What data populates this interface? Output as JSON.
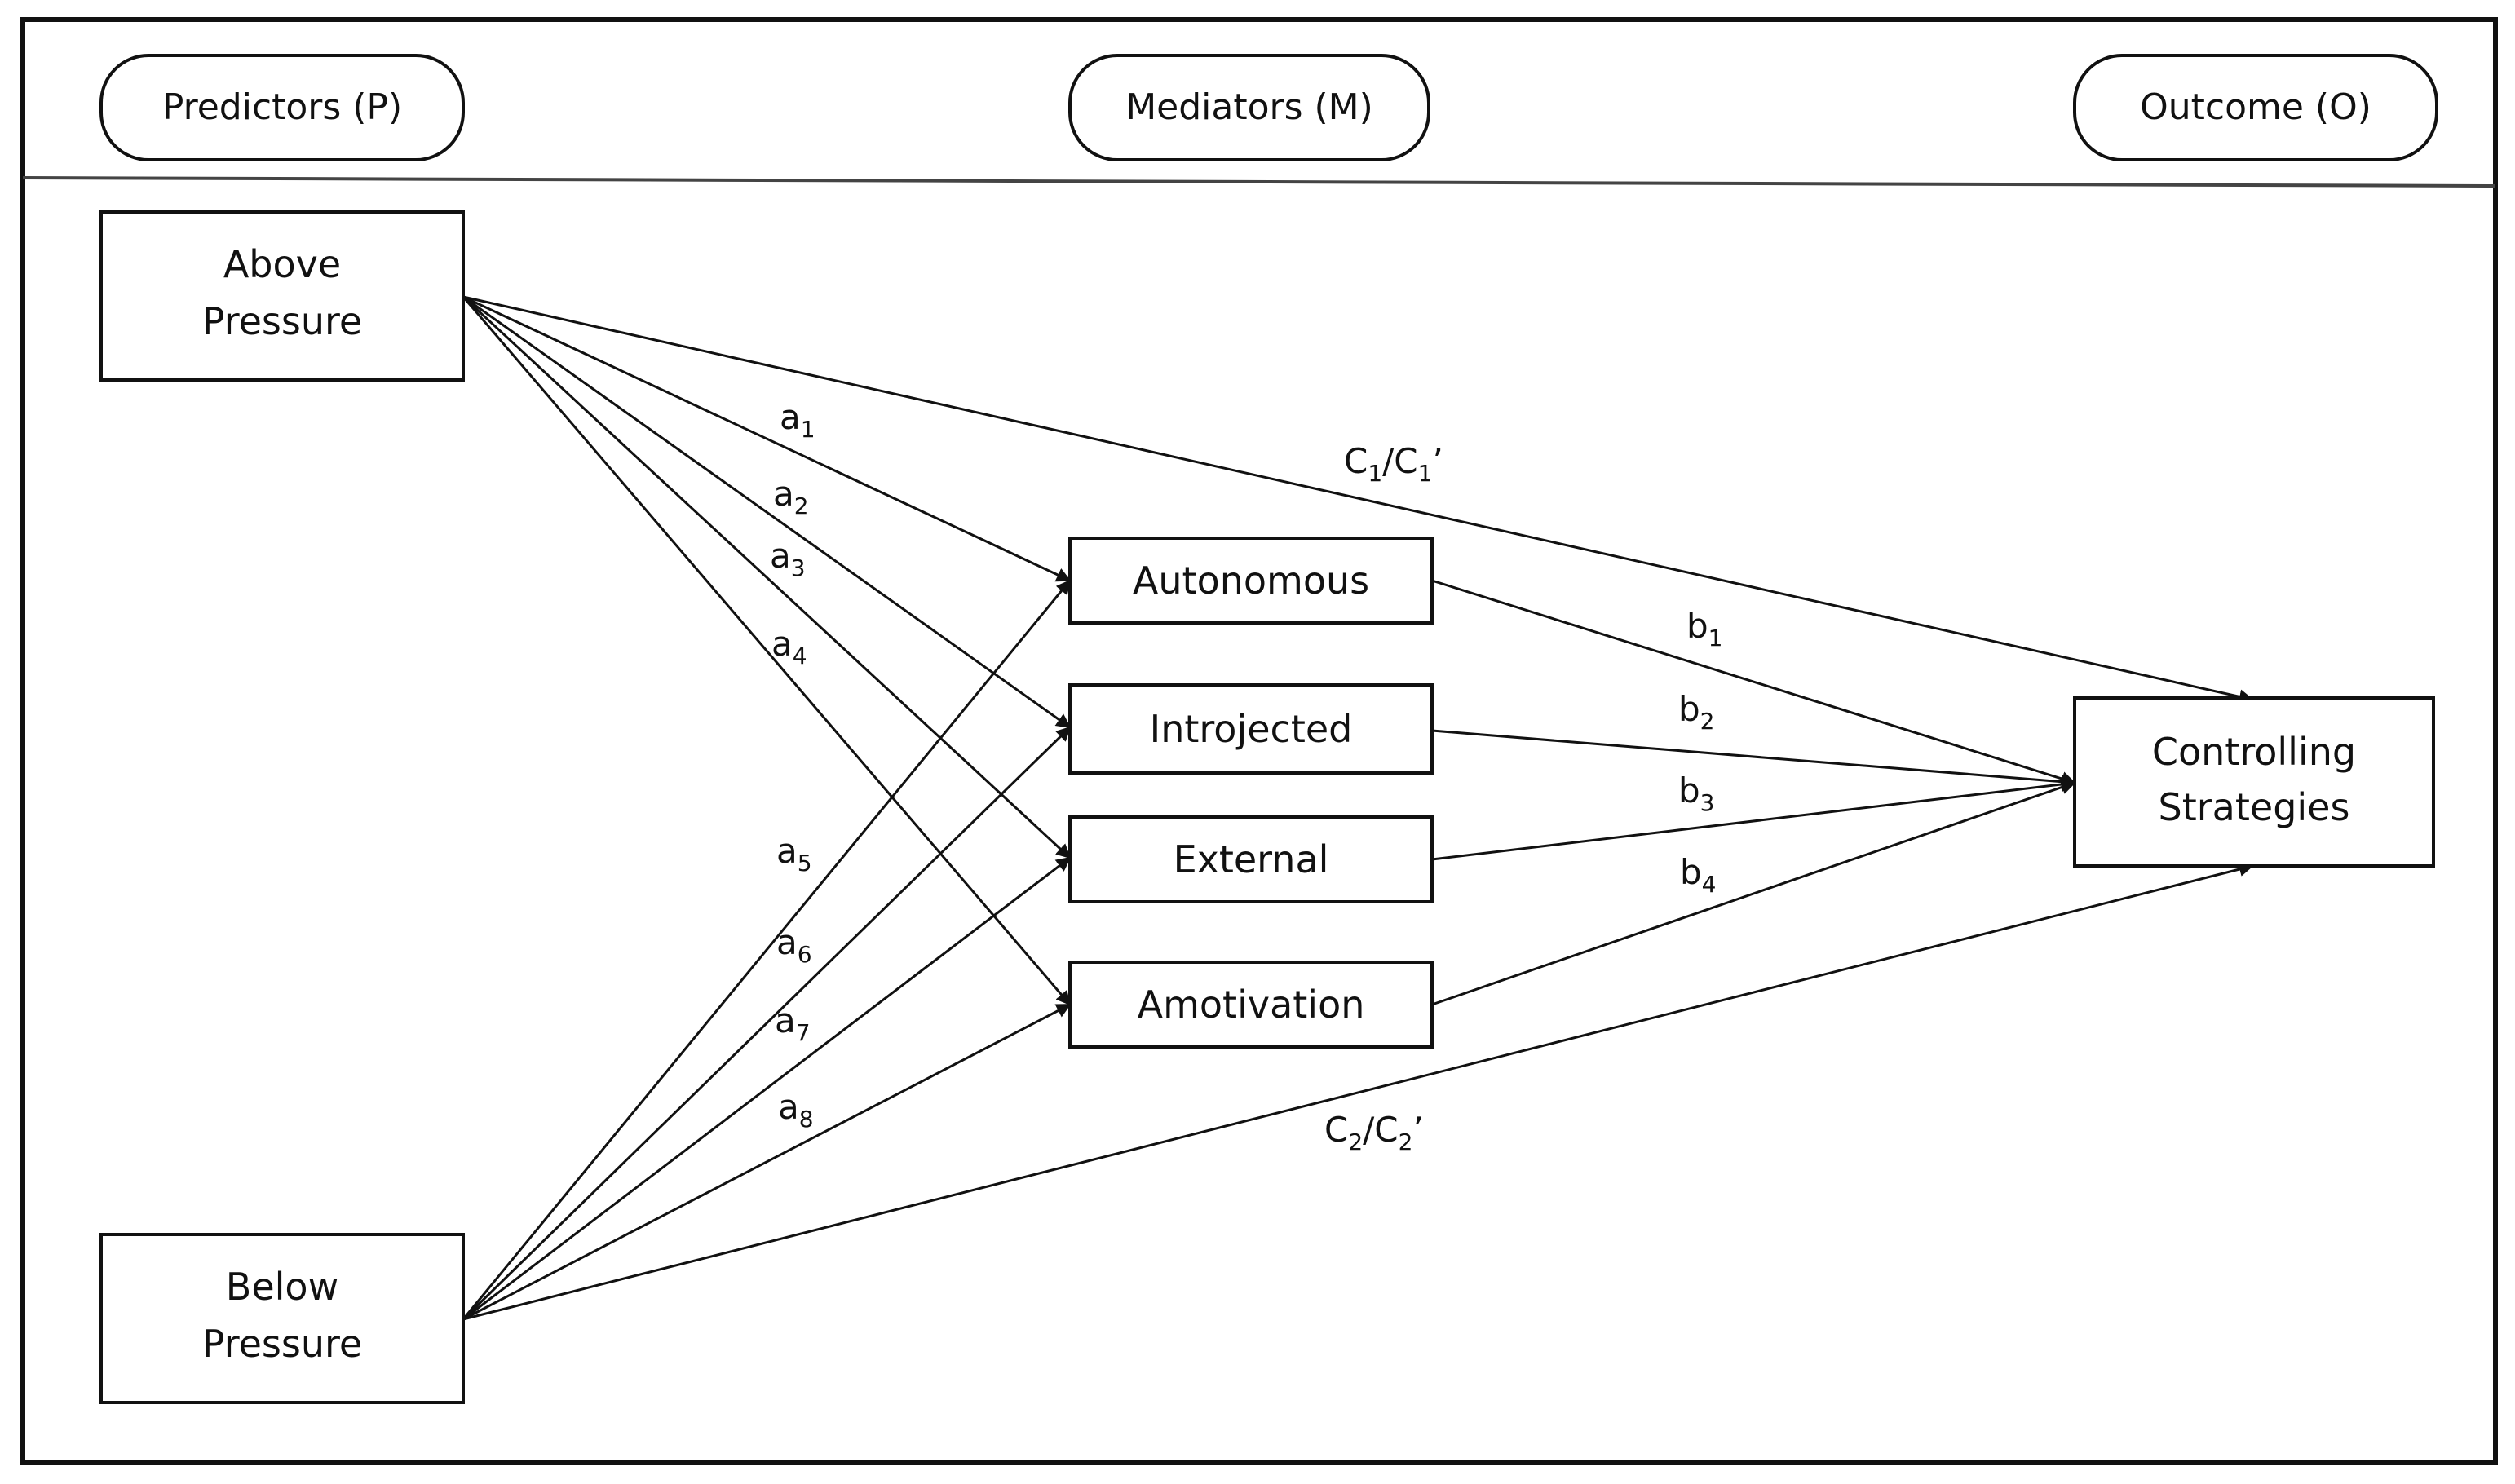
{
  "headers": {
    "predictors": "Predictors (P)",
    "mediators": "Mediators (M)",
    "outcome": "Outcome (O)"
  },
  "nodes": {
    "above_pressure": [
      "Above",
      "Pressure"
    ],
    "below_pressure": [
      "Below",
      "Pressure"
    ],
    "autonomous": "Autonomous",
    "introjected": "Introjected",
    "external": "External",
    "amotivation": "Amotivation",
    "controlling_strategies": [
      "Controlling",
      "Strategies"
    ]
  },
  "paths": {
    "a1": {
      "base": "a",
      "sub": "1"
    },
    "a2": {
      "base": "a",
      "sub": "2"
    },
    "a3": {
      "base": "a",
      "sub": "3"
    },
    "a4": {
      "base": "a",
      "sub": "4"
    },
    "a5": {
      "base": "a",
      "sub": "5"
    },
    "a6": {
      "base": "a",
      "sub": "6"
    },
    "a7": {
      "base": "a",
      "sub": "7"
    },
    "a8": {
      "base": "a",
      "sub": "8"
    },
    "b1": {
      "base": "b",
      "sub": "1"
    },
    "b2": {
      "base": "b",
      "sub": "2"
    },
    "b3": {
      "base": "b",
      "sub": "3"
    },
    "b4": {
      "base": "b",
      "sub": "4"
    },
    "c1": {
      "base": "C",
      "sub": "1",
      "mid": "/C",
      "sub2": "1",
      "tail": "’"
    },
    "c2": {
      "base": "C",
      "sub": "2",
      "mid": "/C",
      "sub2": "2",
      "tail": "’"
    }
  },
  "colors": {
    "line": "#111111",
    "border": "#111111",
    "background": "#ffffff"
  }
}
